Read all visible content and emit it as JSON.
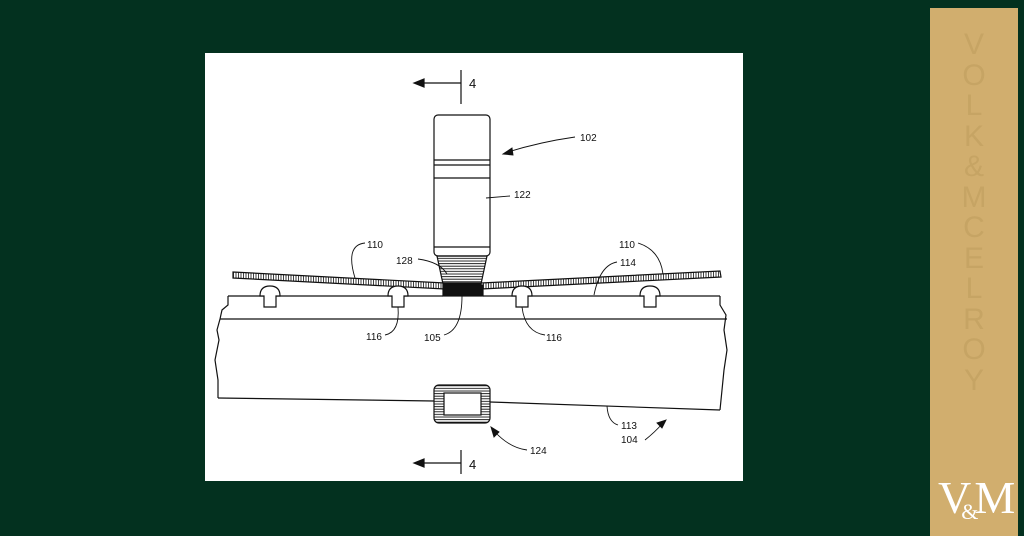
{
  "brand": {
    "name_letters": [
      "V",
      "O",
      "L",
      "K",
      "&",
      "M",
      "C",
      "E",
      "L",
      "R",
      "O",
      "Y"
    ],
    "logo": {
      "v": "V",
      "amp": "&",
      "m": "M"
    },
    "colors": {
      "background": "#03311f",
      "gold": "#d1ae6e",
      "panel": "#ffffff"
    }
  },
  "figure": {
    "section_top": "4",
    "section_bottom": "4",
    "labels": {
      "l102": "102",
      "l122": "122",
      "l110a": "110",
      "l110b": "110",
      "l128": "128",
      "l114": "114",
      "l116a": "116",
      "l116b": "116",
      "l105": "105",
      "l113": "113",
      "l104": "104",
      "l124": "124"
    }
  }
}
